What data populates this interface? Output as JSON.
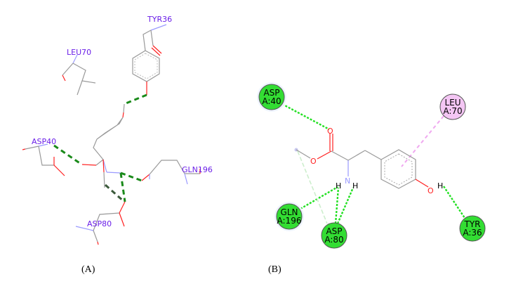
{
  "panel_a": {
    "caption": "(A)",
    "residues": [
      "TYR36",
      "LEU70",
      "ASP40",
      "GLN196",
      "ASP80"
    ]
  },
  "panel_b": {
    "caption": "(B)",
    "residues": [
      {
        "name": "ASP",
        "chain_pos": "A:40",
        "type": "conventional-hydrogen-bond"
      },
      {
        "name": "LEU",
        "chain_pos": "A:70",
        "type": "pi-alkyl"
      },
      {
        "name": "GLN",
        "chain_pos": "A:196",
        "type": "conventional-hydrogen-bond"
      },
      {
        "name": "ASP",
        "chain_pos": "A:80",
        "type": "conventional-hydrogen-bond"
      },
      {
        "name": "TYR",
        "chain_pos": "A:36",
        "type": "conventional-hydrogen-bond"
      }
    ],
    "atoms": {
      "O": "O",
      "N": "N",
      "H": "H"
    },
    "colors": {
      "hbond": "#22e022",
      "pi_alkyl": "#f0a8f0",
      "hbond_residue": "#33dd33",
      "pi_residue": "#f4c6f4"
    }
  }
}
